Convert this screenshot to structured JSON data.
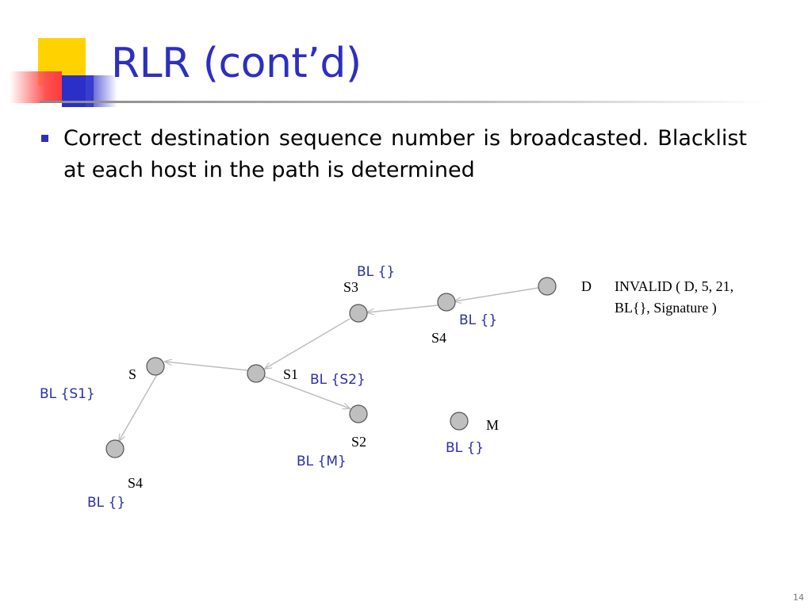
{
  "slide": {
    "title": "RLR (cont’d)",
    "bullet": "Correct destination sequence number is broadcasted. Blacklist at each host in the path is determined",
    "page_number": "14"
  },
  "diagram": {
    "nodes": {
      "D": "D",
      "S4_top": "S4",
      "S3": "S3",
      "S1": "S1",
      "S": "S",
      "S4_bottom": "S4",
      "S2": "S2",
      "M": "M"
    },
    "blacklists": {
      "S3": "BL {}",
      "S4_top": "BL {}",
      "S1": "BL {S2}",
      "S": "BL {S1}",
      "S4_bottom": "BL {}",
      "S2": "BL {M}",
      "M": "BL {}"
    },
    "message": {
      "line1": "INVALID ( D, 5, 21,",
      "line2": "BL{}, Signature )"
    },
    "colors": {
      "node_fill": "#bfbfbf",
      "node_stroke": "#555555",
      "edge": "#bdbdbd",
      "blacklist_text": "#2d2fa8",
      "title": "#2d2fc0"
    }
  }
}
